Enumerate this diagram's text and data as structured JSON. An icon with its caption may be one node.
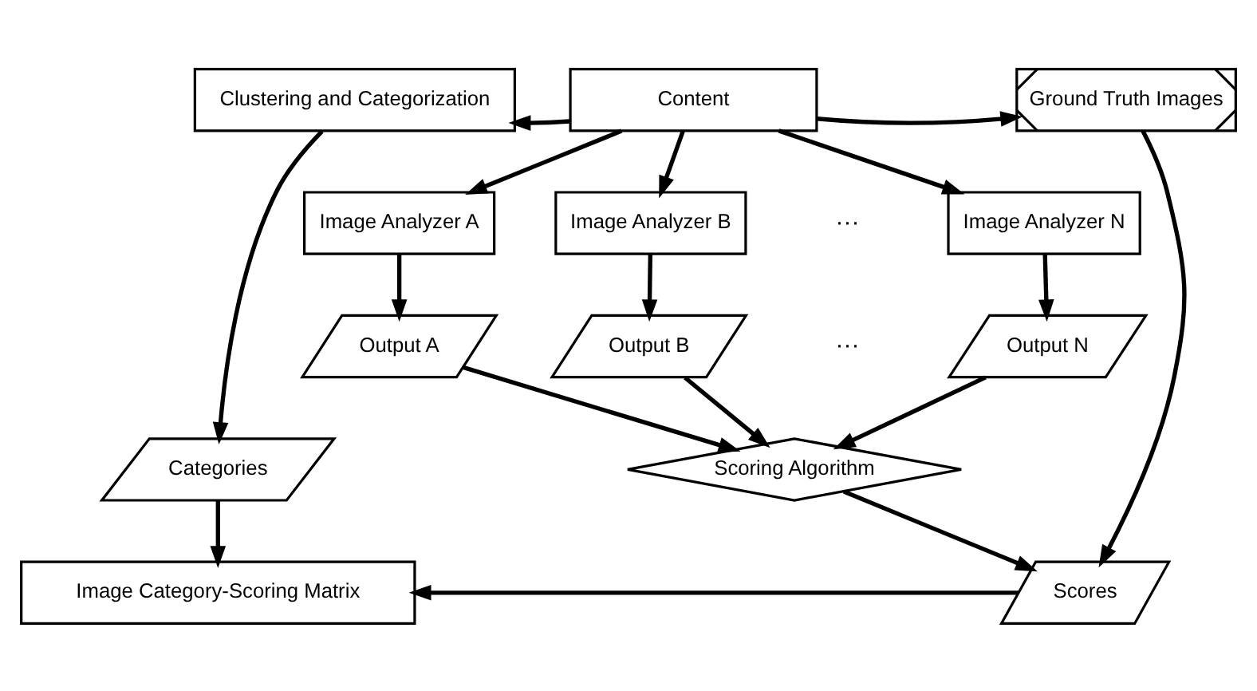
{
  "diagram": {
    "nodes": [
      {
        "text": [
          "Clustering and Categorization"
        ]
      },
      {
        "text": [
          "Content"
        ]
      },
      {
        "text": [
          "Ground Truth Images"
        ]
      },
      {
        "text": [
          "Image Analyzer A"
        ]
      },
      {
        "text": [
          "Image Analyzer B"
        ]
      },
      {
        "text": [
          "Image Analyzer N"
        ]
      },
      {
        "text": [
          "Output A"
        ]
      },
      {
        "text": [
          "Output B"
        ]
      },
      {
        "text": [
          "Output N"
        ]
      },
      {
        "text": [
          "Categories"
        ]
      },
      {
        "text": [
          "Scoring Algorithm"
        ]
      },
      {
        "text": [
          "Scores"
        ]
      },
      {
        "text": [
          "Image Category-Scoring Matrix"
        ]
      }
    ],
    "edges": [
      {
        "from": 1,
        "to": 0,
        "arrow": "to"
      },
      {
        "from": 1,
        "to": 2,
        "arrow": "to"
      },
      {
        "from": 1,
        "to": 3,
        "arrow": "to"
      },
      {
        "from": 1,
        "to": 4,
        "arrow": "to"
      },
      {
        "from": 1,
        "to": 5,
        "arrow": "to"
      },
      {
        "from": 3,
        "to": 6,
        "arrow": "to"
      },
      {
        "from": 4,
        "to": 7,
        "arrow": "to"
      },
      {
        "from": 5,
        "to": 8,
        "arrow": "to"
      },
      {
        "from": 6,
        "to": 10,
        "arrow": "to"
      },
      {
        "from": 7,
        "to": 10,
        "arrow": "to"
      },
      {
        "from": 8,
        "to": 10,
        "arrow": "to"
      },
      {
        "from": 0,
        "to": 9,
        "arrow": "to"
      },
      {
        "from": 9,
        "to": 12,
        "arrow": "to"
      },
      {
        "from": 2,
        "to": 11,
        "arrow": "to"
      },
      {
        "from": 10,
        "to": 11,
        "arrow": "to"
      },
      {
        "from": 11,
        "to": 12,
        "arrow": "to"
      }
    ],
    "labels": [
      "···",
      "···"
    ]
  }
}
